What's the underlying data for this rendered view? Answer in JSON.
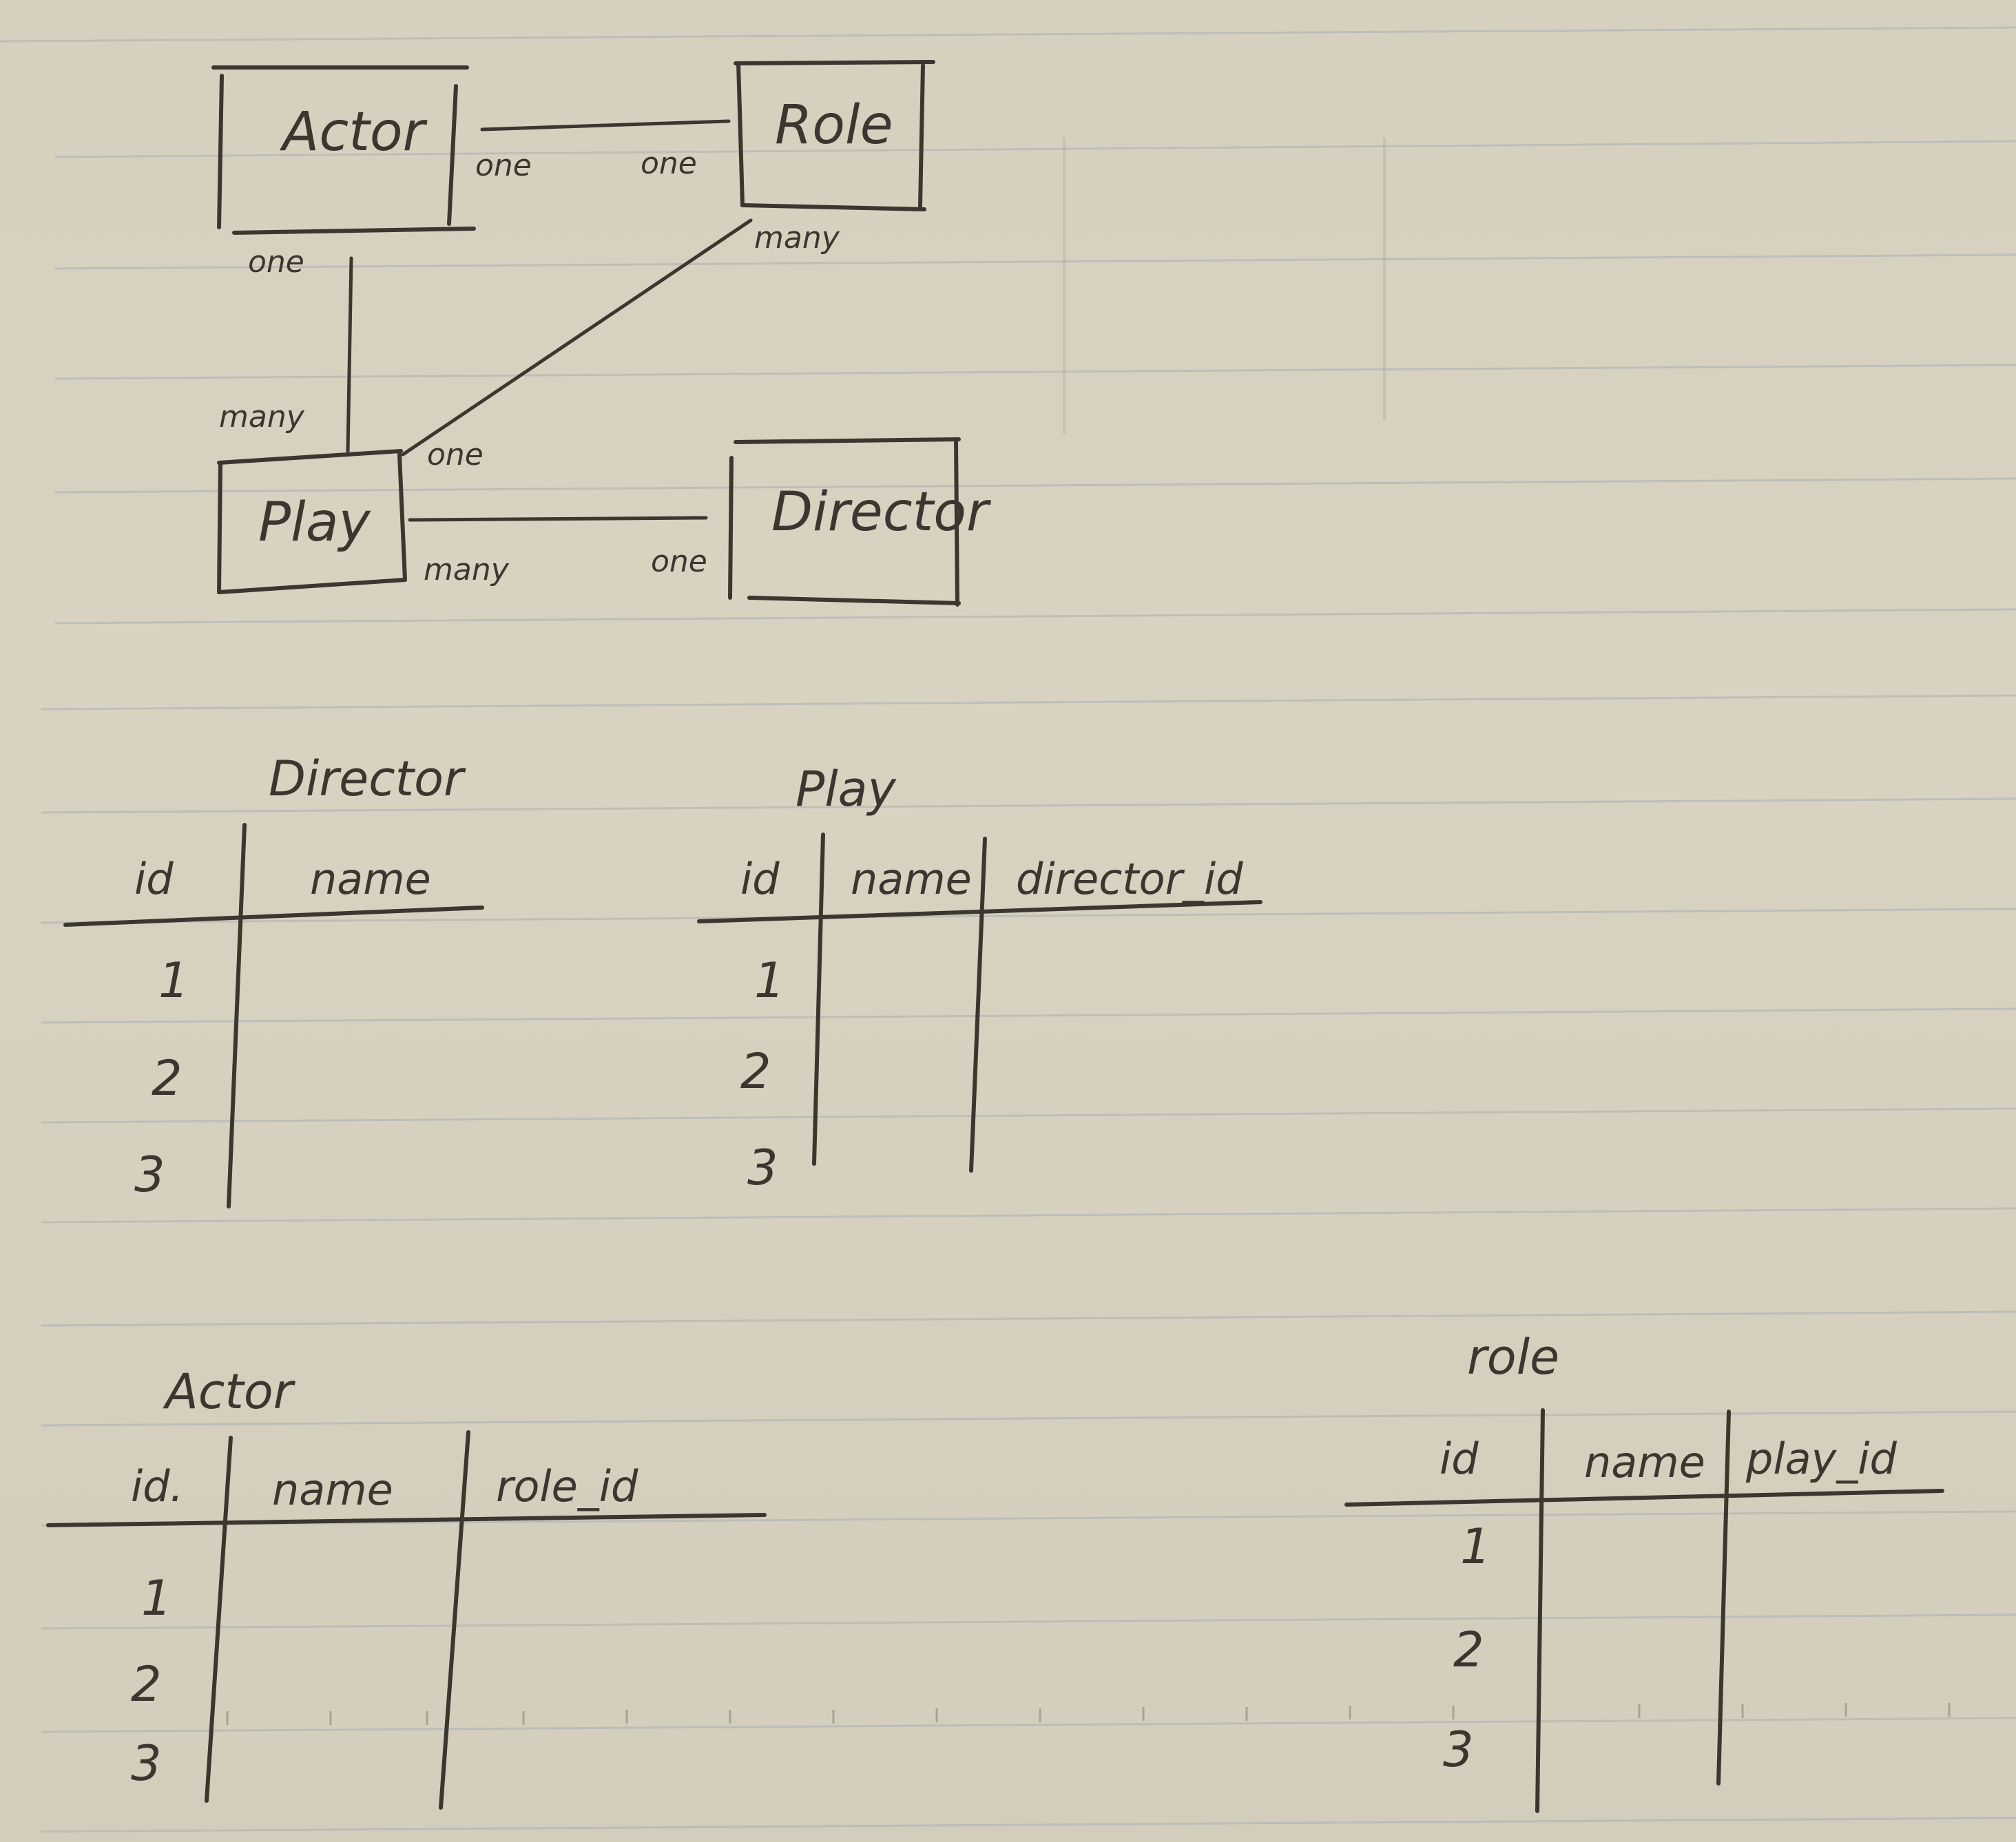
{
  "entities": {
    "actor": "Actor",
    "role": "Role",
    "play": "Play",
    "director": "Director"
  },
  "relationships": {
    "actor_role": {
      "actor_end": "one",
      "role_end": "one"
    },
    "actor_play": {
      "actor_end": "one",
      "play_end": "many"
    },
    "role_play": {
      "role_end": "many",
      "play_end": "one"
    },
    "play_director": {
      "play_end": "many",
      "director_end": "one"
    }
  },
  "tables": {
    "director": {
      "title": "Director",
      "columns": [
        "id",
        "name"
      ],
      "rows": [
        "1",
        "2",
        "3"
      ]
    },
    "play": {
      "title": "Play",
      "columns": [
        "id",
        "name",
        "director_id"
      ],
      "rows": [
        "1",
        "2",
        "3"
      ]
    },
    "actor": {
      "title": "Actor",
      "columns": [
        "id.",
        "name",
        "role_id"
      ],
      "rows": [
        "1",
        "2",
        "3"
      ]
    },
    "role": {
      "title": "role",
      "columns": [
        "id",
        "name",
        "play_id"
      ],
      "rows": [
        "1",
        "2",
        "3"
      ]
    }
  },
  "colors": {
    "ink": "#3b3630",
    "paper": "#d6d0be",
    "rules": "#a9b0b6"
  }
}
